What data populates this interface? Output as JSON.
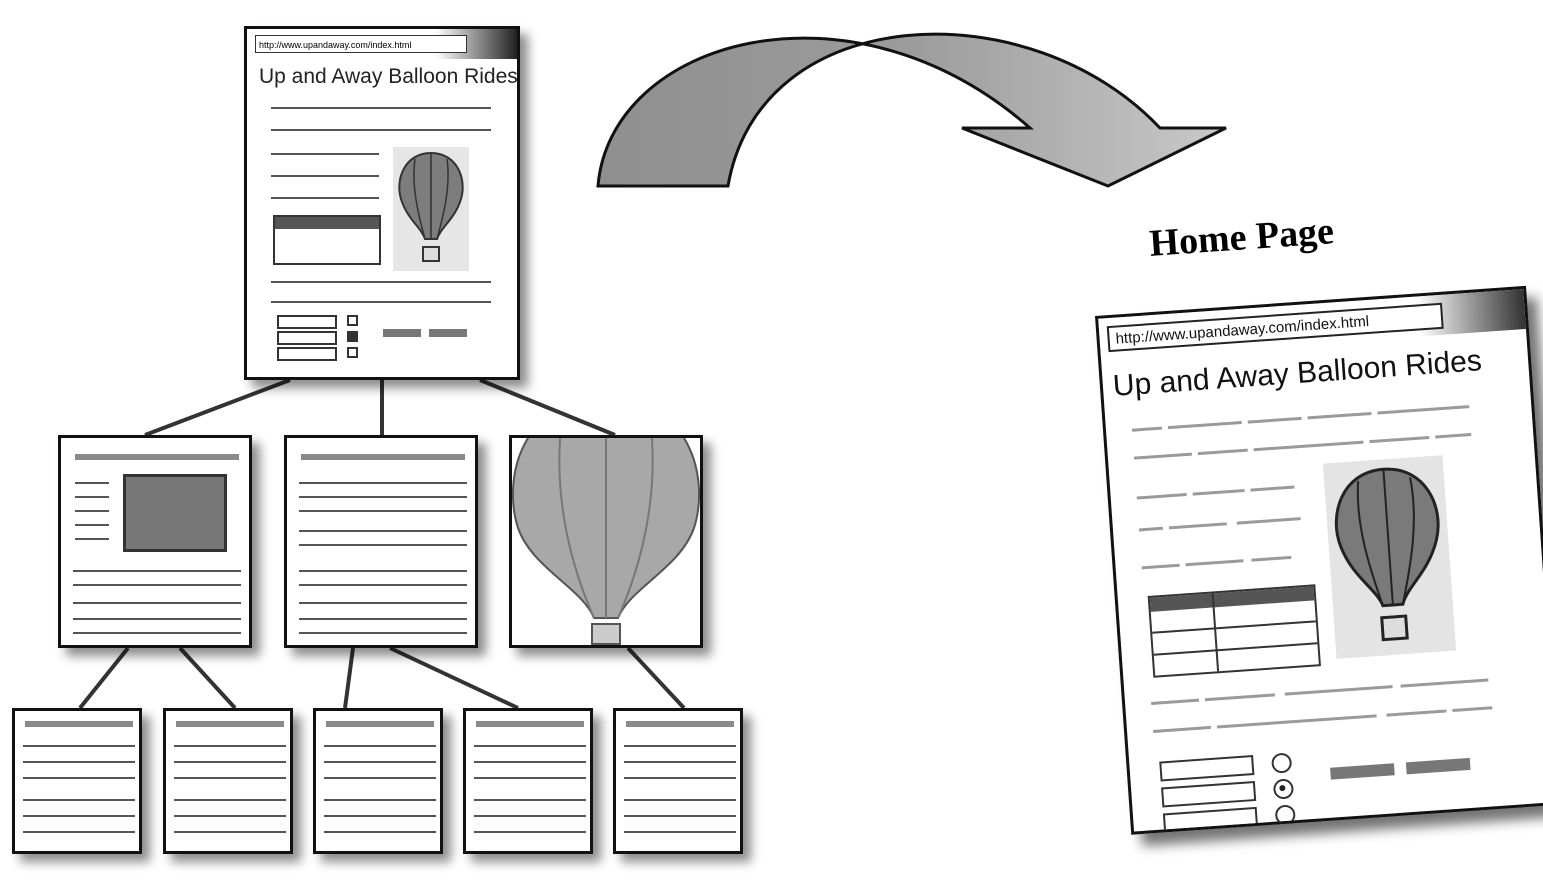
{
  "home_small": {
    "url": "http://www.upandaway.com/index.html",
    "title": "Up and Away Balloon Rides"
  },
  "home_large": {
    "url": "http://www.upandaway.com/index.html",
    "title": "Up and Away Balloon Rides"
  },
  "label": "Home Page",
  "colors": {
    "arrow": "#a3a3a3",
    "arrow_dark": "#7a7a7a",
    "balloon": "#7d7d7d",
    "lines": "#333333"
  },
  "icons": [
    "curved-arrow-icon",
    "balloon-icon",
    "person-photo-icon",
    "radio-button-icon",
    "checkbox-icon"
  ]
}
